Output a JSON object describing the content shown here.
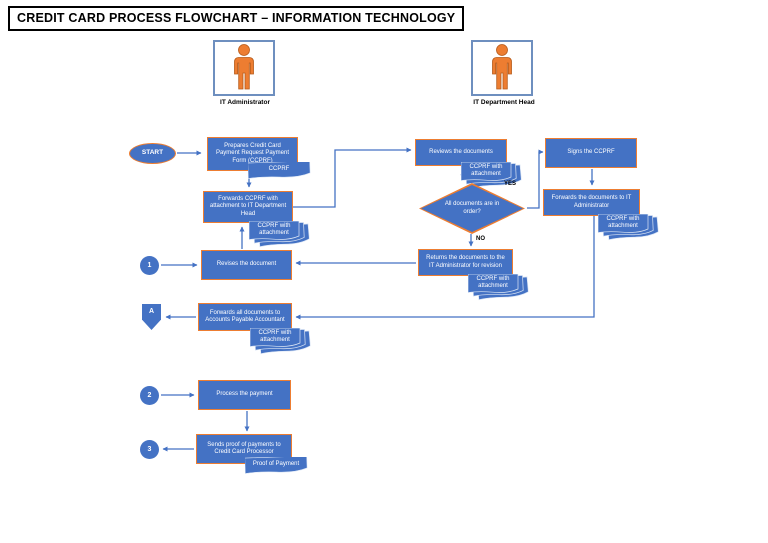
{
  "title": "CREDIT CARD PROCESS FLOWCHART – INFORMATION TECHNOLOGY",
  "actors": {
    "admin": "IT Administrator",
    "head": "IT Department Head"
  },
  "nodes": {
    "start": "START",
    "prepares": "Prepares Credit Card Payment Request Payment Form (CCPRF)",
    "doc_ccprf": "CCPRF",
    "forwards_ccprf": "Forwards CCPRF with attachment to IT Department Head",
    "doc_attachment": "CCPRF with attachment",
    "connector_1": "1",
    "revises": "Revises the document",
    "reviews": "Reviews the documents",
    "decision": "All documents are in order?",
    "label_yes": "YES",
    "label_no": "NO",
    "signs": "Signs the CCPRF",
    "forwards_it": "Forwards the documents to IT Administrator",
    "returns": "Returns the documents to the IT Administrator for revision",
    "connector_a": "A",
    "forwards_ap": "Forwards all documents to Accounts Payable Accountant",
    "connector_2": "2",
    "process": "Process the payment",
    "connector_3": "3",
    "sends": "Sends proof of payments to Credit Card Processor",
    "doc_proof": "Proof of Payment"
  },
  "colors": {
    "shape_fill": "#4472C4",
    "shape_border": "#ED7D31",
    "connector_line": "#4472C4",
    "person_fill": "#ED7D31",
    "person_outline": "#B55A19",
    "actor_box_border": "#6E8FBF",
    "title_border": "#000000"
  }
}
